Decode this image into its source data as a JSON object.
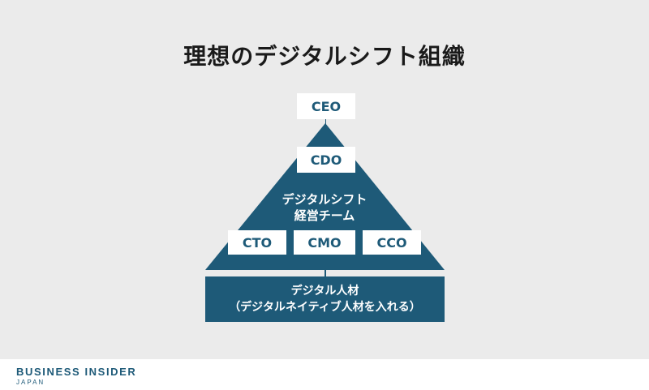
{
  "title": "理想のデジタルシフト組織",
  "colors": {
    "primary": "#1e5a78",
    "background": "#ebebeb",
    "box": "#ffffff"
  },
  "org": {
    "ceo": "CEO",
    "cdo": "CDO",
    "team_line1": "デジタルシフト",
    "team_line2": "経営チーム",
    "cto": "CTO",
    "cmo": "CMO",
    "cco": "CCO",
    "base_line1": "デジタル人材",
    "base_line2": "（デジタルネイティブ人材を入れる）"
  },
  "footer": {
    "brand": "BUSINESS INSIDER",
    "sub": "JAPAN"
  }
}
